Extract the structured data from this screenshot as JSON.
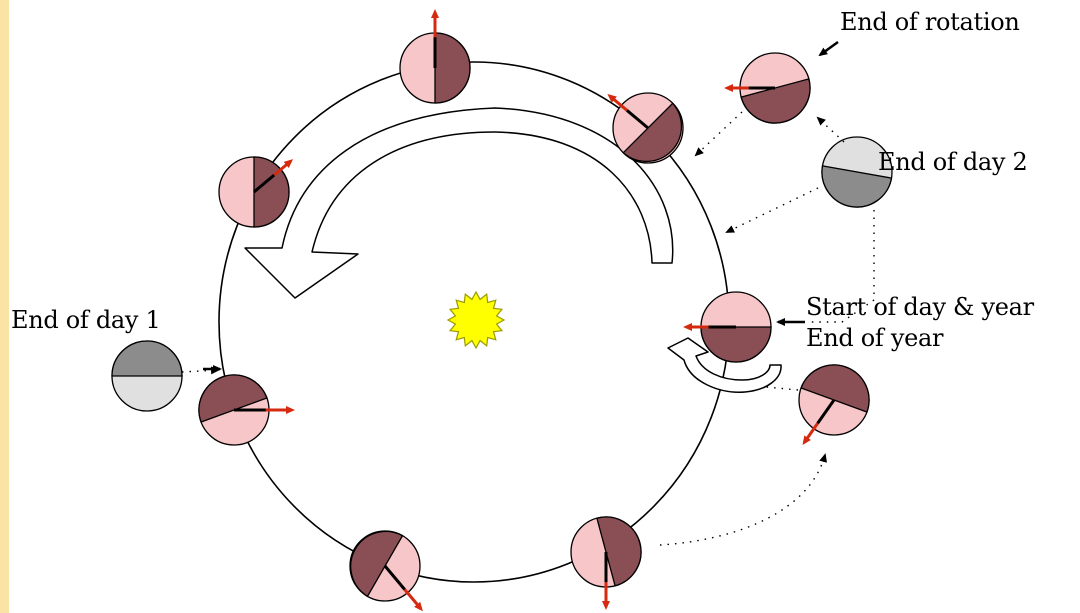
{
  "labels": {
    "end_of_rotation": "End of rotation",
    "end_of_day_2": "End of day 2",
    "end_of_day_1": "End of day 1",
    "start_of_day_year": "Start of day & year",
    "end_of_year": "End of year"
  },
  "colors": {
    "planet_light": "#f7c6c8",
    "planet_dark": "#8a4e55",
    "day_ghost_light": "#e0e0e0",
    "day_ghost_dark": "#8c8c8c",
    "spin_arrow": "#d62a10",
    "sun": "#ffff00",
    "sun_outline": "#9a9a00",
    "left_strip": "#fbe3a5"
  }
}
